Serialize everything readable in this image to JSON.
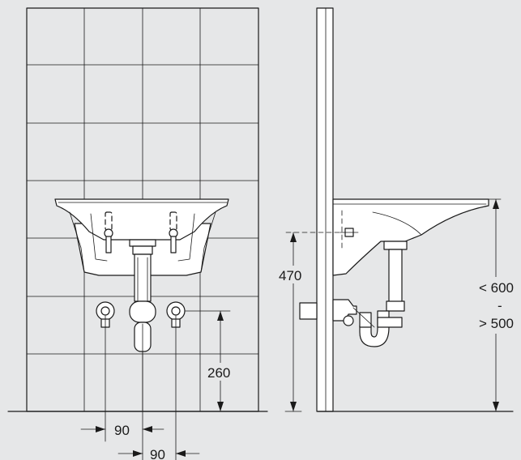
{
  "dimensions": {
    "tap_spacing_left": "90",
    "tap_spacing_right": "90",
    "tap_height": "260",
    "basin_height": "470",
    "rim_height_max": "< 600",
    "rim_height_sep": "-",
    "rim_height_min": "> 500"
  }
}
